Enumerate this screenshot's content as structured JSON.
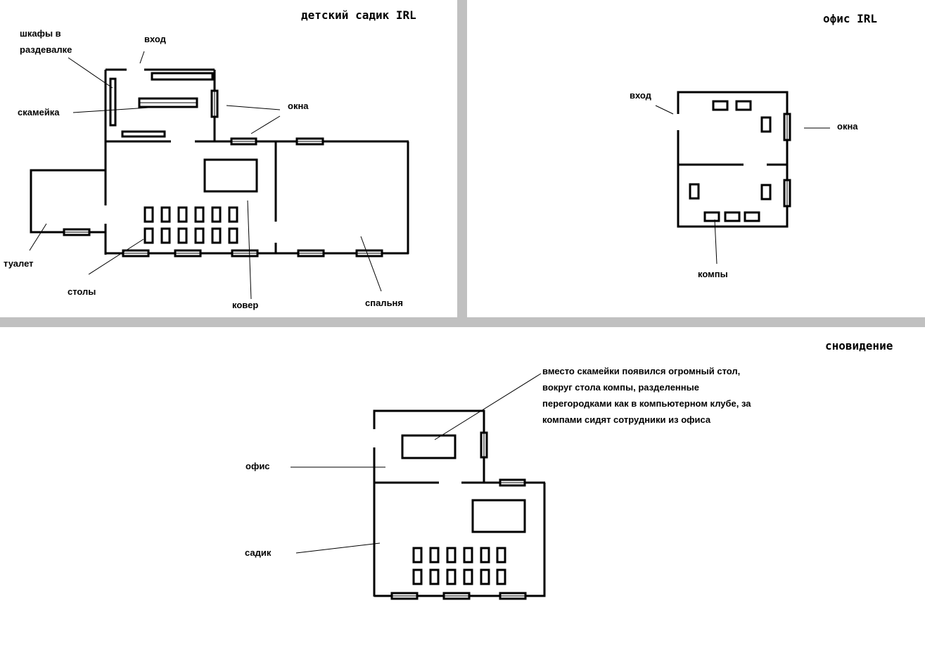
{
  "panels": {
    "kindergarten": {
      "title": "детский садик IRL",
      "labels": {
        "lockers": "шкафы в раздевалке",
        "entrance": "вход",
        "bench": "скамейка",
        "windows": "окна",
        "toilet": "туалет",
        "tables": "столы",
        "carpet": "ковер",
        "bedroom": "спальня"
      }
    },
    "office": {
      "title": "офис IRL",
      "labels": {
        "entrance": "вход",
        "windows": "окна",
        "computers": "компы"
      }
    },
    "dream": {
      "title": "сновидение",
      "labels": {
        "office": "офис",
        "kindergarten": "садик"
      },
      "note": [
        "вместо скамейки появился огромный стол,",
        "вокруг стола компы, разделенные",
        "перегородками как в компьютерном клубе, за",
        "компами сидят сотрудники из офиса"
      ]
    }
  },
  "colors": {
    "divider": "#c0c0c0",
    "ink": "#000000"
  }
}
